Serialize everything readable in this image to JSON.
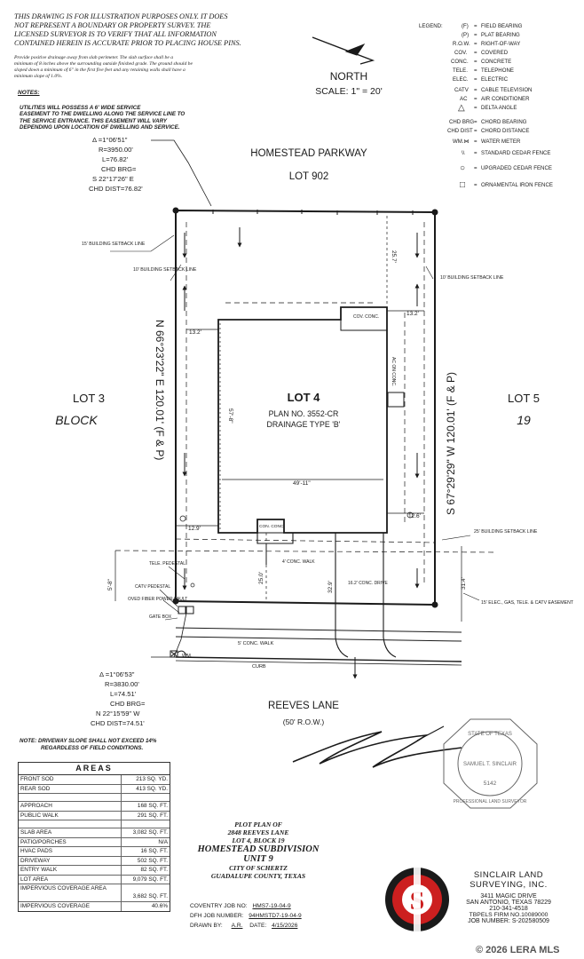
{
  "disclaimer": {
    "line1": "THIS DRAWING IS FOR ILLUSTRATION PURPOSES ONLY. IT DOES",
    "line2": "NOT REPRESENT A BOUNDARY OR PROPERTY SURVEY. THE",
    "line3": "LICENSED SURVEYOR IS TO VERIFY THAT ALL INFORMATION",
    "line4": "CONTAINED HEREIN IS ACCURATE PRIOR TO PLACING HOUSE PINS."
  },
  "drainage_note": {
    "line1": "Provide positive drainage away from slab perimeter. The slab surface shall be a",
    "line2": "minimum of 8 inches above the surrounding outside finished grade. The ground should be",
    "line3": "sloped down a minimum of 6\" in the first five feet and any retaining walls shall have a",
    "line4": "minimum slope of 1.0%."
  },
  "notes_heading": "NOTES:",
  "utilities_note": {
    "line1": "UTILITIES WILL POSSESS A 6' WIDE SERVICE",
    "line2": "EASEMENT TO THE DWELLING ALONG THE SERVICE LINE TO",
    "line3": "THE SERVICE ENTRANCE. THIS EASEMENT WILL VARY",
    "line4": "DEPENDING UPON LOCATION OF DWELLING AND SERVICE."
  },
  "north": {
    "label": "NORTH",
    "scale": "SCALE: 1\" = 20'"
  },
  "legend": {
    "title": "LEGEND:",
    "items": [
      {
        "code": "(F)",
        "desc": "FIELD BEARING"
      },
      {
        "code": "(P)",
        "desc": "PLAT BEARING"
      },
      {
        "code": "R.O.W.",
        "desc": "RIGHT-OF-WAY"
      },
      {
        "code": "COV.",
        "desc": "COVERED"
      },
      {
        "code": "CONC.",
        "desc": "CONCRETE"
      },
      {
        "code": "TELE.",
        "desc": "TELEPHONE"
      },
      {
        "code": "ELEC.",
        "desc": "ELECTRIC"
      },
      {
        "code": "CATV",
        "desc": "CABLE TELEVISION"
      },
      {
        "code": "AC",
        "desc": "AIR CONDITIONER"
      },
      {
        "code": "△",
        "desc": "DELTA ANGLE"
      },
      {
        "code": "CHD BRG",
        "desc": "CHORD BEARING"
      },
      {
        "code": "CHD DIST",
        "desc": "CHORD DISTANCE"
      },
      {
        "code": "WM.⋈",
        "desc": "WATER METER"
      },
      {
        "code": "\\\\",
        "desc": "STANDARD CEDAR FENCE"
      },
      {
        "code": "○",
        "desc": "UPGRADED CEDAR FENCE"
      },
      {
        "code": "□",
        "desc": "ORNAMENTAL IRON FENCE"
      }
    ]
  },
  "curve_top": {
    "delta": "Δ =1°06'51\"",
    "radius": "R=3950.00'",
    "length": "L=76.82'",
    "chd_brg_label": "CHD BRG=",
    "chd_brg": "S 22°17'26\" E",
    "chd_dist": "CHD DIST=76.82'"
  },
  "curve_bottom": {
    "delta": "Δ =1°06'53\"",
    "radius": "R=3830.00'",
    "length": "L=74.51'",
    "chd_brg_label": "CHD BRG=",
    "chd_brg": "N 22°15'59\" W",
    "chd_dist": "CHD DIST=74.51'"
  },
  "streets": {
    "top": "HOMESTEAD PARKWAY",
    "top_lot": "LOT 902",
    "bottom": "REEVES LANE",
    "bottom_row": "(50' R.O.W.)"
  },
  "lots": {
    "left": "LOT 3",
    "left_block": "BLOCK",
    "right": "LOT 5",
    "right_block": "19"
  },
  "main_lot": {
    "title": "LOT 4",
    "plan": "PLAN NO. 3552-CR",
    "drainage": "DRAINAGE TYPE 'B'"
  },
  "bearings": {
    "left": "N 66°23'22\" E 120.01' (F & P)",
    "right": "S 67°29'29\" W 120.01' (F & P)"
  },
  "dims": {
    "rear_setback": "25.7'",
    "left_side": "13.2'",
    "right_side_top": "13.2'",
    "house_width": "49'-11\"",
    "house_depth": "57'-8\"",
    "left_low": "12.9'",
    "right_low": "12.6'",
    "front": "25.0'",
    "drive_depth": "32.9'",
    "walk_left": "5'-8\"",
    "front_easement": "31.4'",
    "drive_width": "16.2'"
  },
  "labels": {
    "bldg_setback_15": "15' BUILDING SETBACK LINE",
    "bldg_setback_10_left": "10' BUILDING SETBACK LINE",
    "bldg_setback_10_right": "10' BUILDING SETBACK LINE",
    "bldg_setback_25": "25' BUILDING SETBACK LINE",
    "easement_15": "15' ELEC., GAS, TELE. & CATV EASEMENT",
    "cov_conc": "COV. CONC.",
    "ac_on_conc": "AC ON CONC.",
    "con_conc": "CON. CONC.",
    "conc_walk_4": "4' CONC. WALK",
    "conc_drive": "16.2' CONC. DRIVE",
    "conc_walk_5": "5' CONC. WALK",
    "curb": "CURB",
    "wm": "WM.",
    "tele_pedestal": "TELE. PEDESTAL",
    "catv_pedestal": "CATV PEDESTAL",
    "ohd_power": "OVED FIBER POWER VAULT",
    "gate_box": "GATE BOX"
  },
  "driveway_note": {
    "line1": "NOTE: DRIVEWAY SLOPE SHALL NOT EXCEED 14%",
    "line2": "REGARDLESS OF FIELD CONDITIONS."
  },
  "areas": {
    "title": "AREAS",
    "rows": [
      {
        "label": "FRONT SOD",
        "value": "213 SQ. YD."
      },
      {
        "label": "REAR SOD",
        "value": "413 SQ. YD."
      },
      {
        "label": "APPROACH",
        "value": "168 SQ. FT."
      },
      {
        "label": "PUBLIC WALK",
        "value": "291 SQ. FT."
      },
      {
        "label": "SLAB AREA",
        "value": "3,082 SQ. FT."
      },
      {
        "label": "PATIO/PORCHES",
        "value": "N/A"
      },
      {
        "label": "HVAC PADS",
        "value": "16 SQ. FT."
      },
      {
        "label": "DRIVEWAY",
        "value": "502 SQ. FT."
      },
      {
        "label": "ENTRY WALK",
        "value": "82 SQ. FT."
      },
      {
        "label": "LOT AREA",
        "value": "9,079 SQ. FT."
      },
      {
        "label": "IMPERVIOUS COVERAGE AREA",
        "value": "3,682 SQ. FT."
      },
      {
        "label": "IMPERVIOUS COVERAGE",
        "value": "40.6%"
      }
    ]
  },
  "plot_plan": {
    "line1": "PLOT PLAN OF",
    "line2": "2848 REEVES LANE",
    "line3": "LOT 4, BLOCK 19",
    "line4": "HOMESTEAD SUBDIVISION",
    "line5": "UNIT 9",
    "line6": "CITY OF SCHERTZ",
    "line7": "GUADALUPE COUNTY, TEXAS"
  },
  "jobs": {
    "coventry_label": "COVENTRY JOB NO:",
    "coventry": "HMS7-19-04-9",
    "dfh_label": "DFH JOB NUMBER:",
    "dfh": "94HMSTD7-19-04-9",
    "drawn_label": "DRAWN BY:",
    "drawn": "A.R.",
    "date_label": "DATE:",
    "date": "4/15/2026"
  },
  "firm": {
    "name1": "SINCLAIR LAND",
    "name2": "SURVEYING, INC.",
    "addr1": "3411 MAGIC DRIVE",
    "addr2": "SAN ANTONIO, TEXAS 78229",
    "phone": "210-341-4518",
    "tbpels": "TBPELS FIRM NO.10089000",
    "job_label": "JOB NUMBER:",
    "job": "S-202580509"
  },
  "seal": {
    "state": "STATE OF TEXAS",
    "name": "SAMUEL T. SINCLAIR",
    "number": "5142",
    "role": "PROFESSIONAL LAND SURVEYOR"
  },
  "copyright": "© 2026 LERA MLS",
  "colors": {
    "ink": "#1a1a1a",
    "logo_red": "#cc1f1f"
  }
}
